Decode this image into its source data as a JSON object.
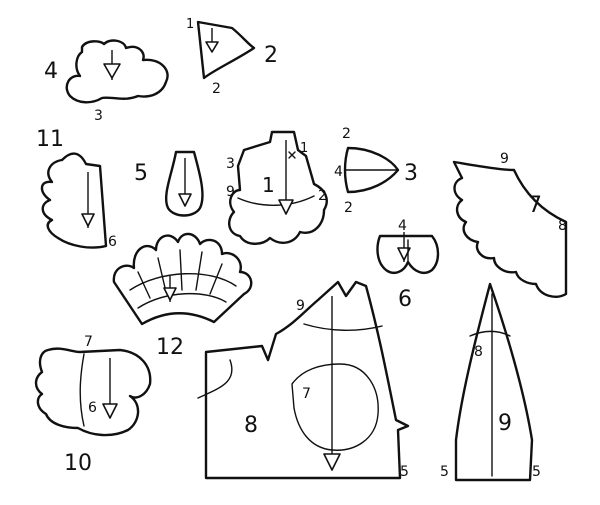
{
  "labels": {
    "p1": "1",
    "p1_n1": "1",
    "p1_n2": "2",
    "p1_n3": "3",
    "p1_n9": "9",
    "p2": "2",
    "p2_n1": "1",
    "p2_n2": "2",
    "p3": "3",
    "p3_n2a": "2",
    "p3_n2b": "2",
    "p3_n4": "4",
    "p4": "4",
    "p4_n3": "3",
    "p5": "5",
    "p6": "6",
    "p6_n4": "4",
    "p7": "7",
    "p7_n8": "8",
    "p7_n9": "9",
    "p8": "8",
    "p8_n5": "5",
    "p8_n7": "7",
    "p8_n9": "9",
    "p9": "9",
    "p9_n5a": "5",
    "p9_n5b": "5",
    "p9_n8": "8",
    "p10": "10",
    "p10_n6": "6",
    "p10_n7": "7",
    "p11": "11",
    "p11_n6": "6",
    "p12": "12"
  },
  "colors": {
    "ink": "#111111",
    "paper": "#ffffff"
  }
}
